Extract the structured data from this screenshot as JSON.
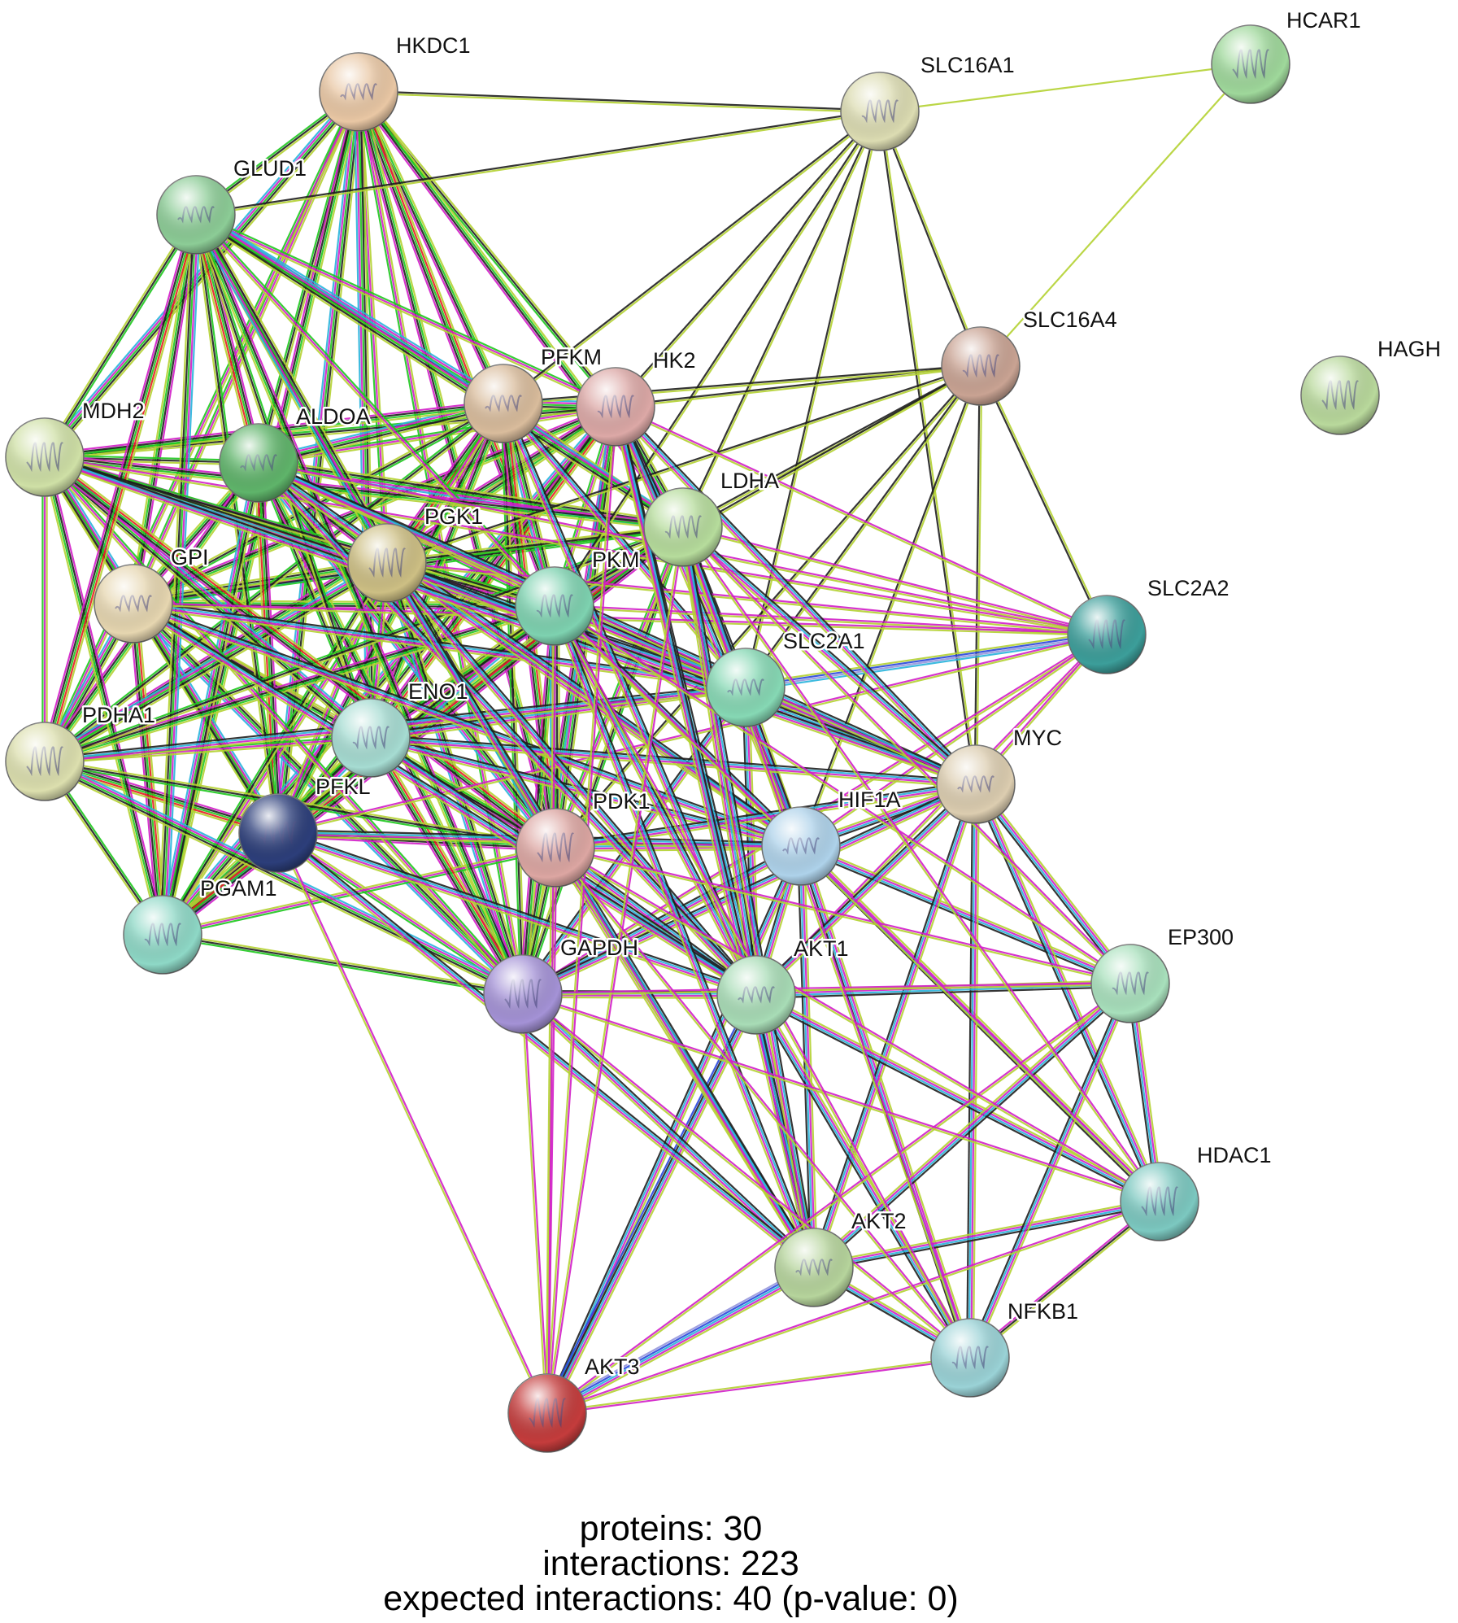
{
  "network": {
    "proteins": [
      {
        "name": "HKDC1",
        "color": "#e9c7a4"
      },
      {
        "name": "SLC16A1",
        "color": "#dcdcb2"
      },
      {
        "name": "HCAR1",
        "color": "#9fd89b"
      },
      {
        "name": "GLUD1",
        "color": "#8ccc96"
      },
      {
        "name": "SLC16A4",
        "color": "#c9a393"
      },
      {
        "name": "HAGH",
        "color": "#b9d99c"
      },
      {
        "name": "PFKM",
        "color": "#d9bc9c"
      },
      {
        "name": "HK2",
        "color": "#dca8a6"
      },
      {
        "name": "MDH2",
        "color": "#cfe0a6"
      },
      {
        "name": "ALDOA",
        "color": "#5fb46a"
      },
      {
        "name": "LDHA",
        "color": "#b6dc9c"
      },
      {
        "name": "PGK1",
        "color": "#cdbf84"
      },
      {
        "name": "GPI",
        "color": "#e6d6b0"
      },
      {
        "name": "PKM",
        "color": "#7ed2b0"
      },
      {
        "name": "SLC2A2",
        "color": "#3c9e9a"
      },
      {
        "name": "SLC2A1",
        "color": "#86d8b4"
      },
      {
        "name": "ENO1",
        "color": "#a6dcd2"
      },
      {
        "name": "PDHA1",
        "color": "#dcdfae"
      },
      {
        "name": "MYC",
        "color": "#dccdb0"
      },
      {
        "name": "PFKL",
        "color": "#2c3e7a"
      },
      {
        "name": "PDK1",
        "color": "#dca6a2"
      },
      {
        "name": "HIF1A",
        "color": "#aed2ea"
      },
      {
        "name": "PGAM1",
        "color": "#8ed8c6"
      },
      {
        "name": "GAPDH",
        "color": "#a492d6"
      },
      {
        "name": "AKT1",
        "color": "#a8dcb6"
      },
      {
        "name": "EP300",
        "color": "#a8e0bc"
      },
      {
        "name": "HDAC1",
        "color": "#7cc8c0"
      },
      {
        "name": "AKT2",
        "color": "#b6d49c"
      },
      {
        "name": "NFKB1",
        "color": "#9ad2d6"
      },
      {
        "name": "AKT3",
        "color": "#c43c3c"
      }
    ],
    "edge_colors": {
      "textmining": "#b4d232",
      "coexpression": "#1e1e1e",
      "experiments": "#d21ec8",
      "databases": "#28b4dc",
      "neighborhood": "#1ec81e",
      "gene_fusions": "#e61e1e",
      "cooccurrence": "#2846dc",
      "homology": "#9696dc"
    }
  },
  "stats": {
    "proteins_line": "proteins: 30",
    "interactions_line": "interactions: 223",
    "expected_line": "expected interactions: 40 (p-value: 0)"
  }
}
